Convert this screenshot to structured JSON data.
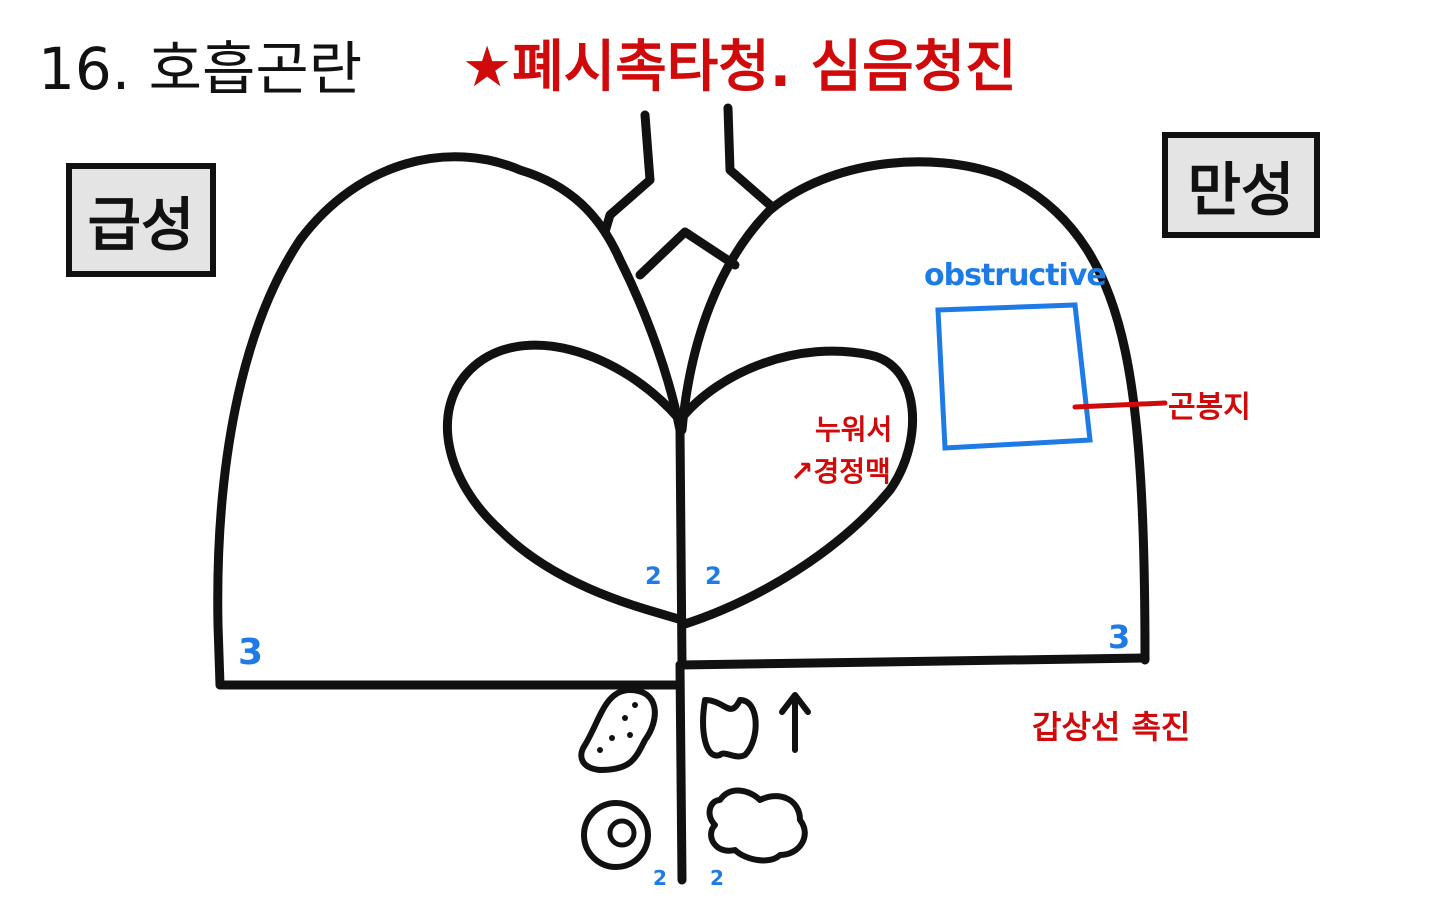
{
  "title": "16. 호흡곤란",
  "subtitle": {
    "star": "★",
    "text": "폐시촉타청. 심음청진"
  },
  "labels": {
    "acute": "급성",
    "chronic": "만성",
    "obstructive": "obstructive",
    "clubbing": "곤봉지",
    "jvp_line1": "누워서",
    "jvp_line2": "↗경정맥",
    "thyroid": "갑상선 촉진"
  },
  "numbers": {
    "left_corner": "3",
    "right_corner": "3",
    "center_left": "2",
    "center_right": "2",
    "bottom_left": "2",
    "bottom_right": "2"
  },
  "colors": {
    "ink": "#111111",
    "red": "#d00a0a",
    "blue": "#1e7be6",
    "box": "#e4e4e4"
  }
}
